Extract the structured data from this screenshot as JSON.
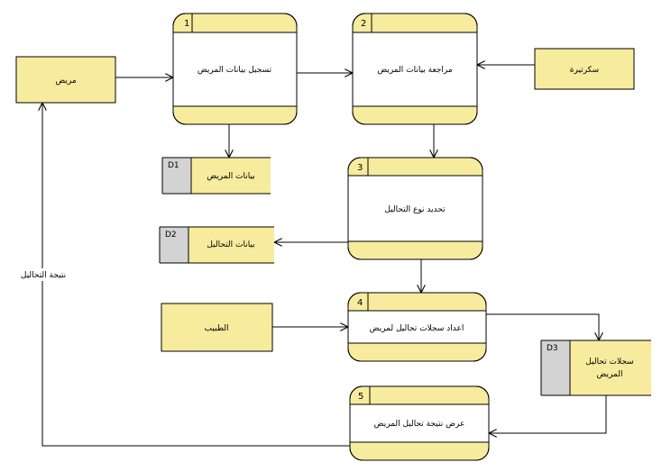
{
  "entities": {
    "patient": "مريض",
    "secretary": "سكرتيرة",
    "doctor": "الطبيب"
  },
  "processes": [
    {
      "number": "1",
      "label": "تسجيل بيانات المريض"
    },
    {
      "number": "2",
      "label": "مراجعة بيانات المريض"
    },
    {
      "number": "3",
      "label": "تحديد نوع التحاليل"
    },
    {
      "number": "4",
      "label": "اعداد سجلات تحاليل لمريض"
    },
    {
      "number": "5",
      "label": "عرض نتيجة تحاليل المريض"
    }
  ],
  "stores": [
    {
      "id": "D1",
      "label": "بيانات المريض"
    },
    {
      "id": "D2",
      "label": "بيانات التحاليل"
    },
    {
      "id": "D3",
      "label_line1": "سجلات تحاليل",
      "label_line2": "المريض"
    }
  ],
  "flow_labels": {
    "results_to_patient": "نتيجة التحاليل"
  },
  "colors": {
    "fill": "#f7ec9e",
    "store_id_fill": "#d3d3d3",
    "stroke": "#000000"
  }
}
